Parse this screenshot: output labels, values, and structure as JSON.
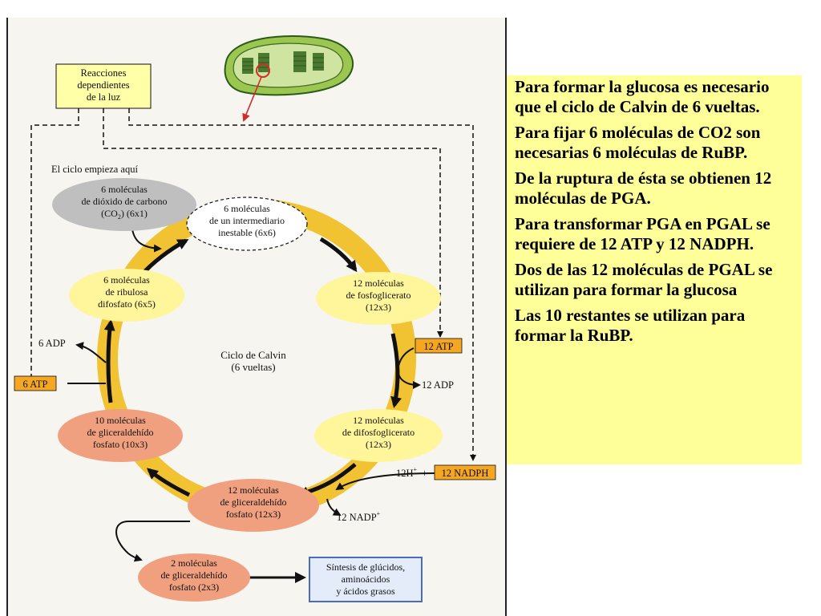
{
  "diagram": {
    "light_box": [
      "Reacciones",
      "dependientes",
      "de la luz"
    ],
    "start_label": "El ciclo empieza aquí",
    "co2": [
      "6 moléculas",
      "de dióxido de carbono",
      "(CO",
      "2",
      ")  (6x1)"
    ],
    "intermediate": [
      "6 moléculas",
      "de un intermediario",
      "inestable (6x6)"
    ],
    "pga": [
      "12 moléculas",
      "de  fosfoglicerato",
      "(12x3)"
    ],
    "dpga": [
      "12 moléculas",
      "de difosfoglicerato",
      "(12x3)"
    ],
    "pgal": [
      "12 moléculas",
      "de gliceraldehído",
      "fosfato (12x3)"
    ],
    "g10": [
      "10 moléculas",
      "de gliceraldehído",
      "fosfato (10x3)"
    ],
    "rubp": [
      "6 moléculas",
      "de ribulosa",
      "difosfato (6x5)"
    ],
    "g2": [
      "2 moléculas",
      "de gliceraldehído",
      "fosfato (2x3)"
    ],
    "synthesis": [
      "Síntesis de glúcidos,",
      "aminoácidos",
      "y ácidos grasos"
    ],
    "center": [
      "Ciclo de Calvin",
      "(6 vueltas)"
    ],
    "atp12": "12 ATP",
    "adp12": "12 ADP",
    "atp6": "6 ATP",
    "adp6": "6 ADP",
    "h12": "12H",
    "h_sup": "+",
    "plus": "+",
    "nadph": "12 NADPH",
    "nadp": "12 NADP",
    "nadp_sup": "+"
  },
  "notes": [
    "Para formar la glucosa es necesario que el ciclo de Calvin de 6 vueltas.",
    "Para fijar 6 moléculas de CO2 son necesarias 6 moléculas de RuBP.",
    "De la ruptura de ésta se obtienen 12  moléculas de PGA.",
    "Para transformar PGA en PGAL se requiere de 12 ATP y 12 NADPH.",
    "Dos de las 12 moléculas de PGAL se utilizan para formar la glucosa",
    "Las 10 restantes se utilizan para formar la RuBP."
  ],
  "colors": {
    "ring": "#f1c232",
    "yellow_node": "#fff59a",
    "salmon_node": "#f0a07e",
    "energy_label": "#f5a623",
    "notes_bg": "#ffff99",
    "synthesis_bg": "#e4ecfa",
    "synthesis_border": "#4a6cc0"
  },
  "icons": [
    "chloroplast-icon",
    "arrow-icon"
  ]
}
